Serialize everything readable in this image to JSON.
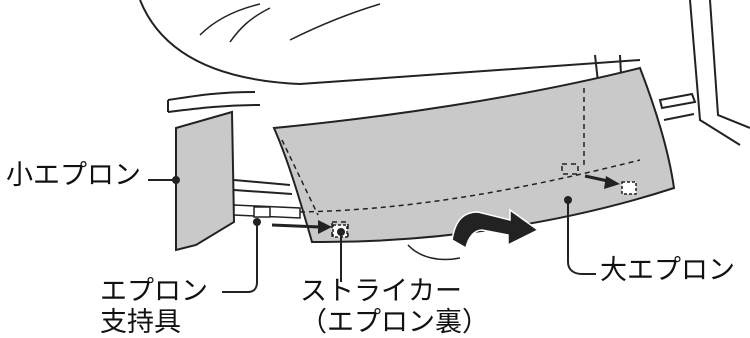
{
  "labels": {
    "small_apron": "小エプロン",
    "large_apron": "大エプロン",
    "apron_holder_line1": "エプロン",
    "apron_holder_line2": "支持具",
    "striker_line1": "ストライカー",
    "striker_line2": "（エプロン裏）"
  },
  "colors": {
    "apron_fill": "#c9c9c9",
    "line": "#222222",
    "background": "#ffffff"
  }
}
